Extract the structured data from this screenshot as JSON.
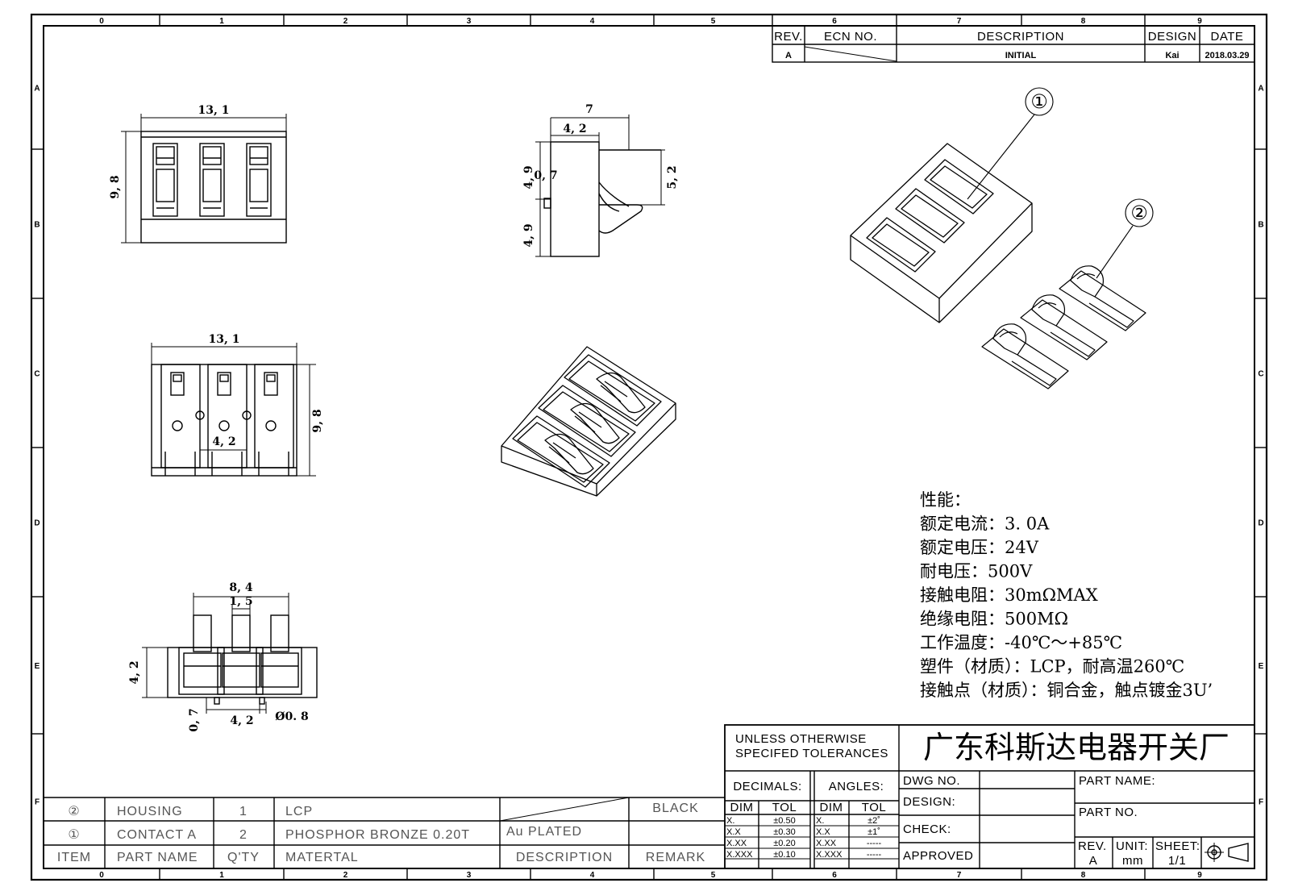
{
  "border": {
    "columns": [
      "0",
      "1",
      "2",
      "3",
      "4",
      "5",
      "6",
      "7",
      "8",
      "9"
    ],
    "rows": [
      "A",
      "B",
      "C",
      "D",
      "E",
      "F"
    ]
  },
  "revision_table": {
    "headers": {
      "rev": "REV.",
      "ecn": "ECN NO.",
      "description": "DESCRIPTION",
      "design": "DESIGN",
      "date": "DATE"
    },
    "row": {
      "rev": "A",
      "description": "INITIAL",
      "design": "Kai",
      "date": "2018.03.29"
    }
  },
  "dimensions": {
    "top_width": "13, 1",
    "top_height": "9, 8",
    "side_width": "7",
    "side_inner": "4, 2",
    "side_gap": "0, 7",
    "side_h_top": "4, 9",
    "side_h_bottom": "4, 9",
    "side_right": "5, 2",
    "bottom_width": "13, 1",
    "bottom_height": "9, 8",
    "bottom_pitch": "4, 2",
    "front_span": "8, 4",
    "front_slot": "1, 5",
    "front_height": "4, 2",
    "front_pin": "0, 7",
    "front_pitch": "4, 2",
    "front_dia": "Ø0. 8"
  },
  "callouts": {
    "one": "①",
    "two": "②"
  },
  "specs": [
    "性能：",
    "额定电流：3. 0A",
    "额定电压：24V",
    "耐电压：500V",
    "接触电阻：30mΩMAX",
    "绝缘电阻：500MΩ",
    "工作温度：-40℃～+85℃",
    "塑件（材质）：LCP，耐高温260℃",
    "接触点（材质）：铜合金，触点镀金3U’"
  ],
  "title_block": {
    "tolerance_note_1": "UNLESS OTHERWISE",
    "tolerance_note_2": "SPECIFED TOLERANCES",
    "company": "广东科斯达电器开关厂",
    "decimals": "DECIMALS:",
    "angles": "ANGLES:",
    "dim": "DIM",
    "tol": "TOL",
    "decimal_rows": [
      {
        "dim": "X.",
        "tol": "±0.50"
      },
      {
        "dim": "X.X",
        "tol": "±0.30"
      },
      {
        "dim": "X.XX",
        "tol": "±0.20"
      },
      {
        "dim": "X.XXX",
        "tol": "±0.10"
      }
    ],
    "angle_rows": [
      {
        "dim": "X.",
        "tol": "±2˚"
      },
      {
        "dim": "X.X",
        "tol": "±1˚"
      },
      {
        "dim": "X.XX",
        "tol": "-----"
      },
      {
        "dim": "X.XXX",
        "tol": "-----"
      }
    ],
    "dwg_no": "DWG NO.",
    "design": "DESIGN:",
    "check": "CHECK:",
    "approved": "APPROVED",
    "part_name": "PART NAME:",
    "part_no": "PART NO.",
    "rev_label": "REV.",
    "rev_value": "A",
    "unit_label": "UNIT:",
    "unit_value": "mm",
    "sheet_label": "SHEET:",
    "sheet_value": "1/1"
  },
  "bom": {
    "rows": [
      {
        "item": "②",
        "part_name": "HOUSING",
        "qty": "1",
        "material": "LCP",
        "description": "",
        "remark": "BLACK"
      },
      {
        "item": "①",
        "part_name": "CONTACT A",
        "qty": "2",
        "material": "PHOSPHOR BRONZE 0.20T",
        "description": "Au PLATED",
        "remark": ""
      }
    ],
    "header": {
      "item": "ITEM",
      "part_name": "PART NAME",
      "qty": "Q'TY",
      "material": "MATERTAL",
      "description": "DESCRIPTION",
      "remark": "REMARK"
    }
  }
}
